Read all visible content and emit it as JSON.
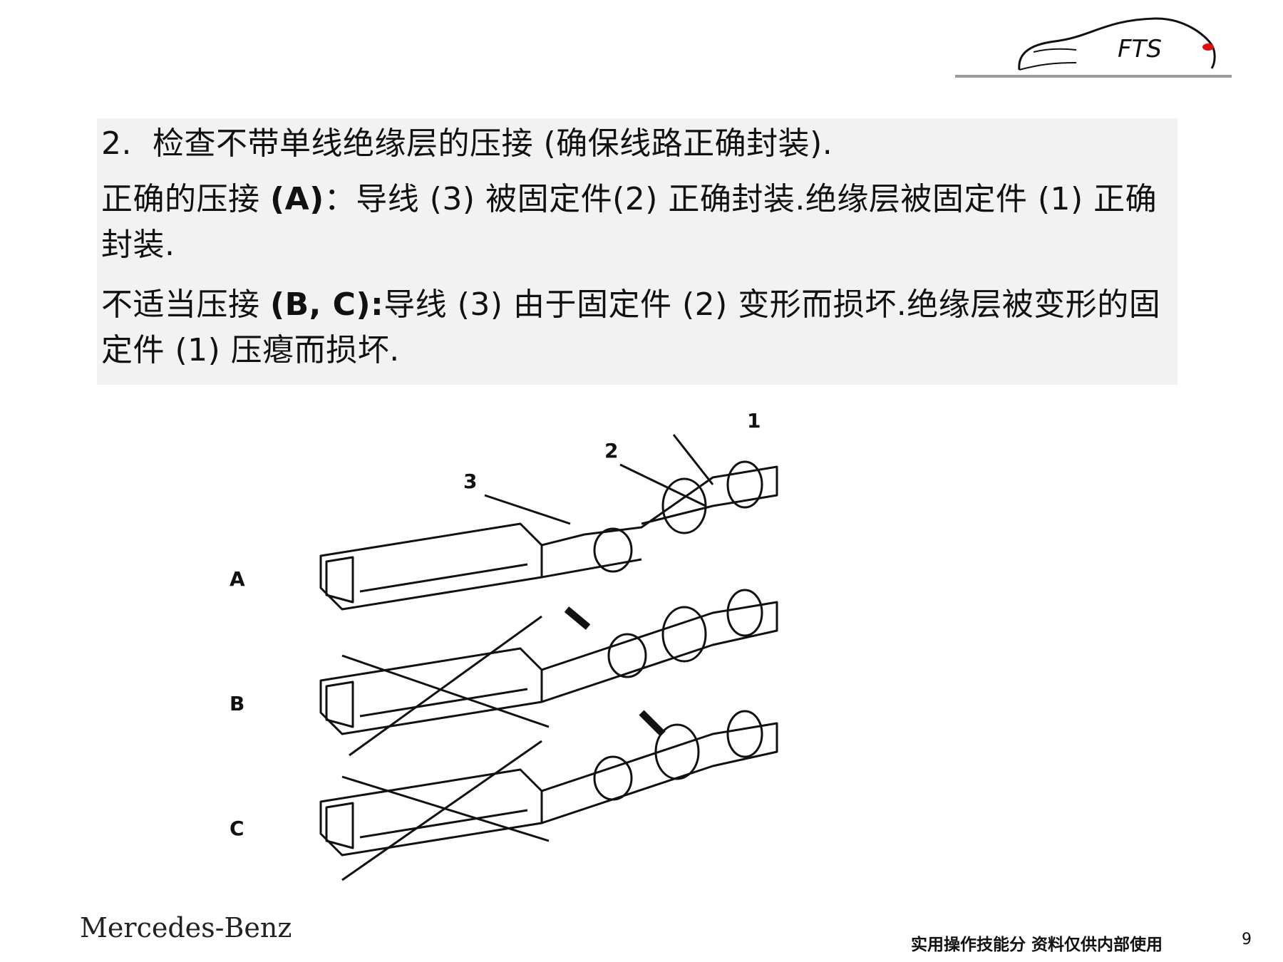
{
  "header": {
    "logo_text": "FTS"
  },
  "content": {
    "heading": "2.  检查不带单线绝缘层的压接 (确保线路正确封装).",
    "correct": {
      "prefix": "正确的压接 ",
      "label": "(A)",
      "body": "：导线 (3) 被固定件(2) 正确封装.绝缘层被固定件 (1) 正确封装."
    },
    "incorrect": {
      "prefix": "不适当压接 ",
      "label": "(B, C):",
      "body": "导线 (3) 由于固定件 (2) 变形而损坏.绝缘层被变形的固定件 (1) 压瘪而损坏."
    }
  },
  "figure": {
    "row_labels": [
      "A",
      "B",
      "C"
    ],
    "callouts": [
      "1",
      "2",
      "3"
    ]
  },
  "footer": {
    "brand": "Mercedes-Benz",
    "note": "实用操作技能分 资料仅供内部使用",
    "page": "9"
  }
}
